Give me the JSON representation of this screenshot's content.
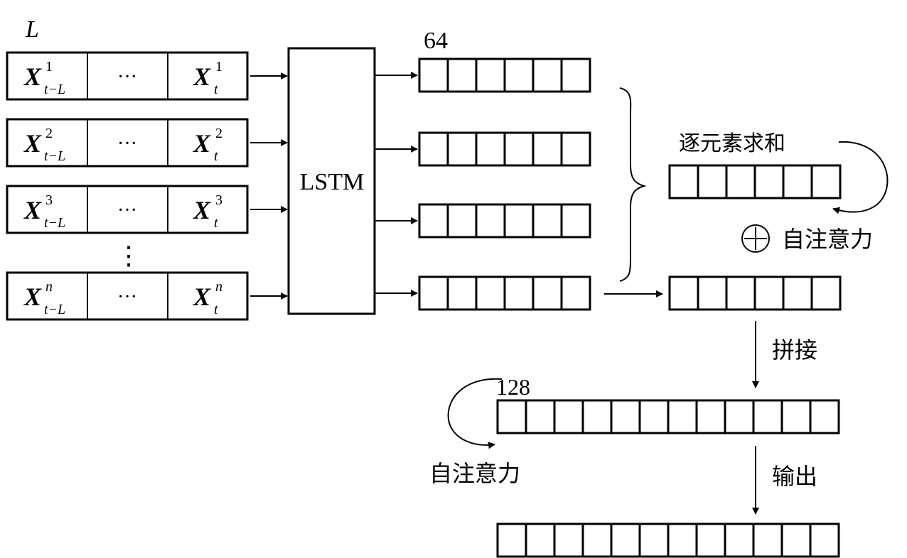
{
  "labels": {
    "sequence_length": "L",
    "lstm": "LSTM",
    "hidden_size": "64",
    "concat_size": "128",
    "elementwise_sum": "逐元素求和",
    "self_attention_top": "自注意力",
    "self_attention_bottom": "自注意力",
    "concat": "拼接",
    "output": "输出",
    "ellipsis_h": "···",
    "ellipsis_v": "⋮",
    "plus_symbol": "+"
  },
  "input_rows": [
    {
      "var": "X",
      "sup": "1",
      "first_sub": "t−L",
      "last_sub": "t"
    },
    {
      "var": "X",
      "sup": "2",
      "first_sub": "t−L",
      "last_sub": "t"
    },
    {
      "var": "X",
      "sup": "3",
      "first_sub": "t−L",
      "last_sub": "t"
    },
    {
      "var": "X",
      "sup": "n",
      "first_sub": "t−L",
      "last_sub": "t"
    }
  ]
}
